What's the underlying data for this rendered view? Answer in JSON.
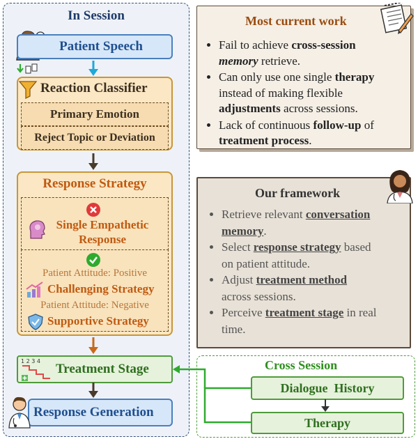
{
  "in_session": {
    "title": "In Session",
    "patient_speech": "Patient Speech",
    "reaction_classifier": {
      "title": "Reaction Classifier",
      "primary_emotion": "Primary Emotion",
      "reject_topic": "Reject Topic or Deviation"
    },
    "response_strategy": {
      "title": "Response Strategy",
      "single_empathetic_1": "Single Empathetic",
      "single_empathetic_2": "Response",
      "attitude_positive": "Patient Attitude: Positive",
      "challenging": "Challenging Strategy",
      "attitude_negative": "Patient Attitude: Negative",
      "supportive": "Supportive Strategy"
    },
    "treatment_stage": "Treatment Stage",
    "treatment_stage_icon_text": "1 2 3 4",
    "response_generation": "Response Generation"
  },
  "most_current_work": {
    "title": "Most current work",
    "items": [
      {
        "pre": "Fail to achieve ",
        "bold": "cross-session",
        "italic_bold": "memory",
        "post": " retrieve."
      },
      {
        "l1a": "Can only use one single ",
        "l1b": "therapy",
        "l2": "instead of making flexible",
        "l3a": "adjustments",
        "l3b": " across sessions."
      },
      {
        "l1a": "Lack of continuous ",
        "l1b": "follow-up",
        "l1c": " of",
        "l2a": "treatment process",
        "l2b": "."
      }
    ]
  },
  "our_framework": {
    "title": "Our framework",
    "items": [
      {
        "a": "Retrieve relevant ",
        "b": "conversation",
        "c": "memory",
        "d": "."
      },
      {
        "a": "Select ",
        "b": "response strategy",
        "c": " based",
        "d": "on patient attitude."
      },
      {
        "a": "Adjust ",
        "b": "treatment method",
        "c": "across sessions."
      },
      {
        "a": "Perceive ",
        "b": "treatment stage",
        "c": " in real",
        "d": "time."
      }
    ]
  },
  "cross_session": {
    "title": "Cross Session",
    "dialogue_history": "Dialogue  History",
    "therapy": "Therapy"
  },
  "colors": {
    "blue_arrow": "#1fa8d8",
    "dark_arrow": "#4a3a2a",
    "orange_arrow": "#c86a1a",
    "green_arrow": "#2faa2f"
  }
}
